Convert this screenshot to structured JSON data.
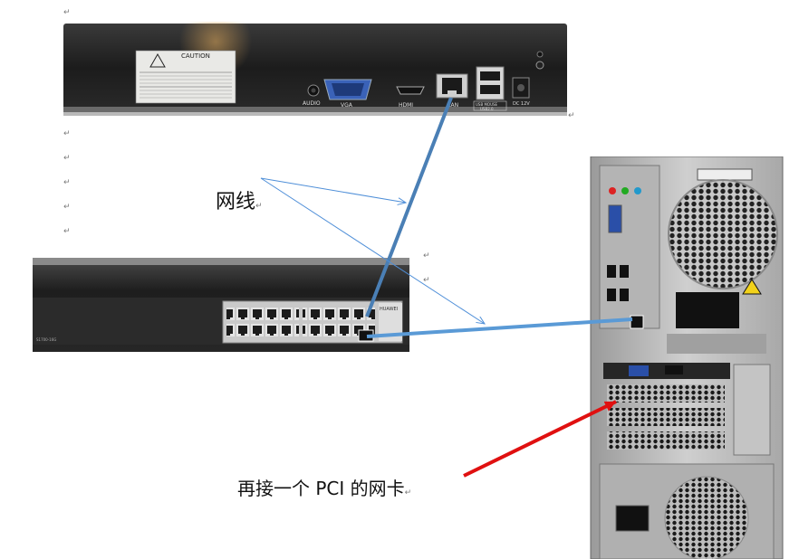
{
  "nvr": {
    "caution_title": "CAUTION",
    "ports": {
      "audio": "AUDIO",
      "vga": "VGA",
      "hdmi": "HDMI",
      "lan": "LAN",
      "usb": "USB MOUSE",
      "usb_sub": "USB2.0",
      "dc": "DC 12V"
    }
  },
  "switch": {
    "brand": "HUAWEI"
  },
  "labels": {
    "cable": "网线",
    "pci_card": "再接一个 PCI 的网卡"
  },
  "paragraph_mark": "↵",
  "colors": {
    "lan_cable": "#4a7fb5",
    "pointer_line": "#4f8fd8",
    "red_arrow": "#e01010"
  }
}
